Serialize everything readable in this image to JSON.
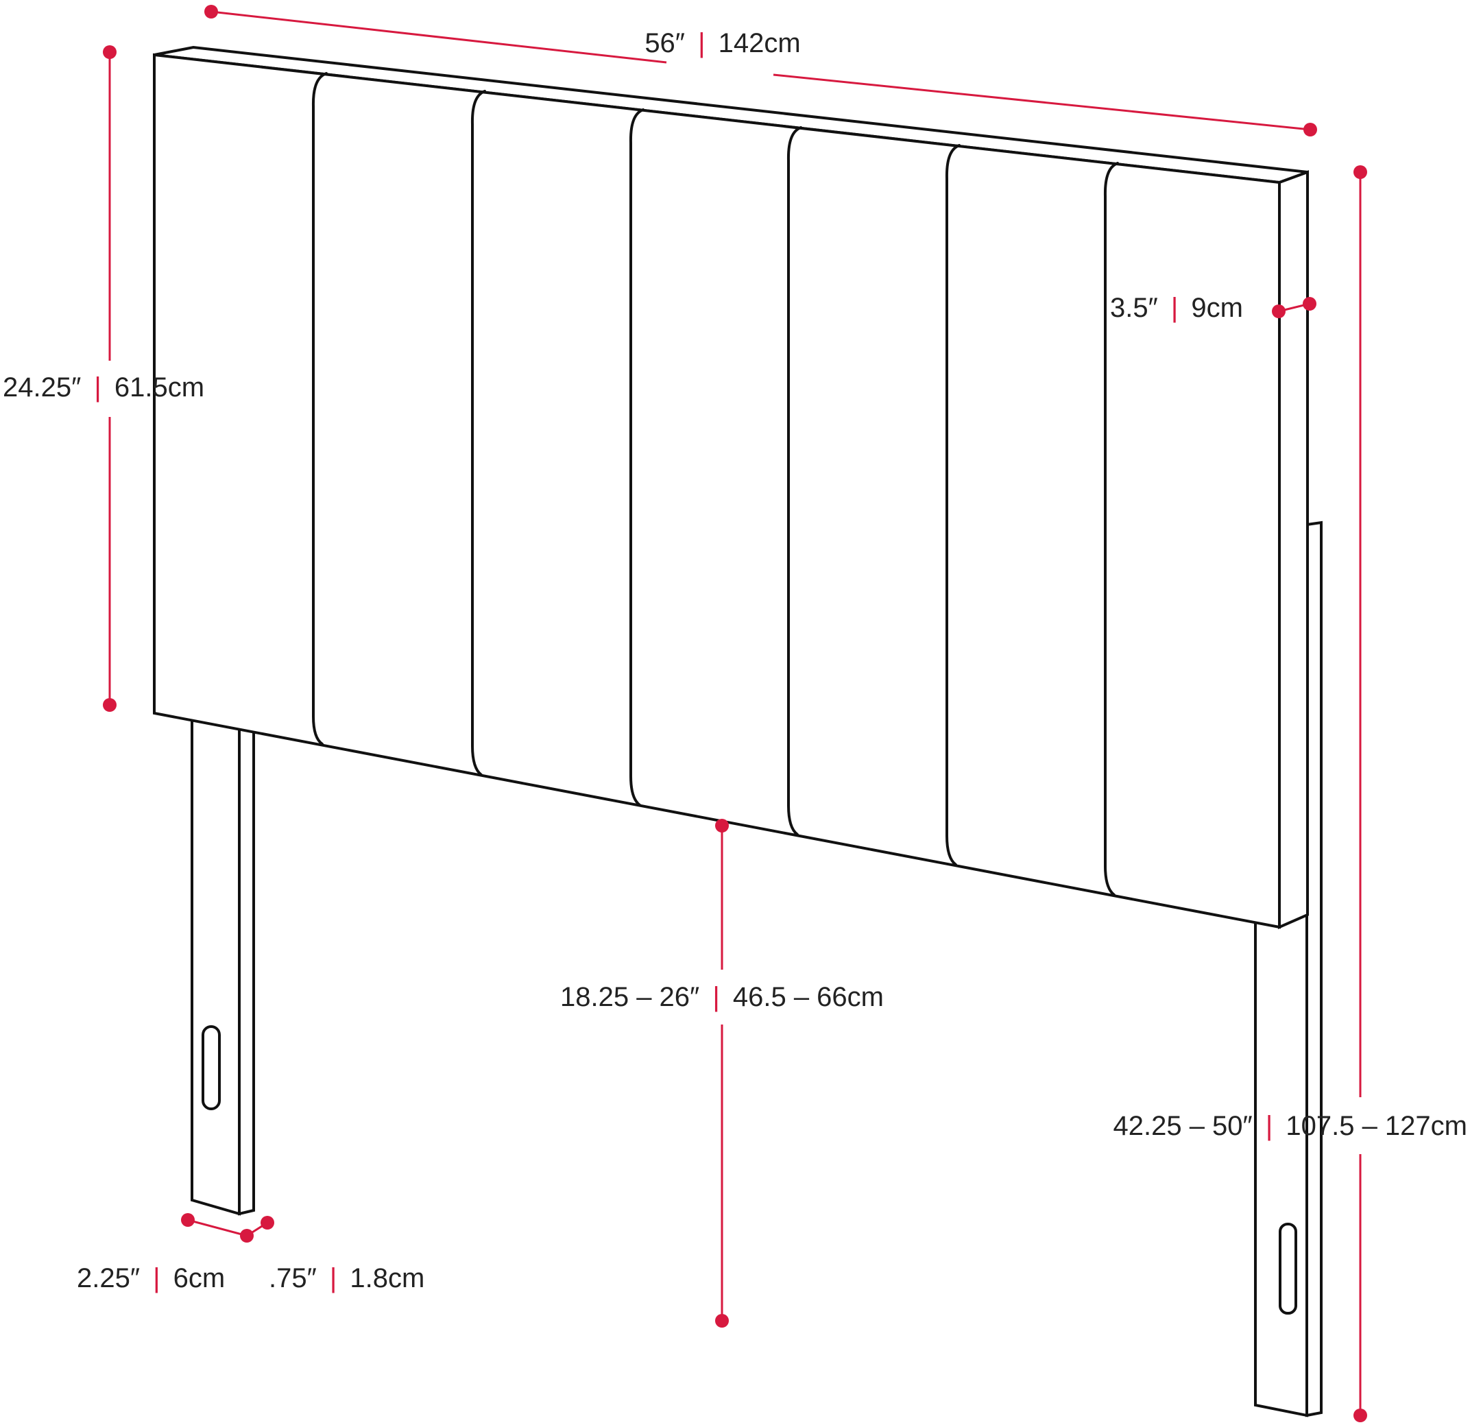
{
  "colors": {
    "accent": "#d7193f",
    "outline": "#111111",
    "text": "#222222"
  },
  "labels": {
    "width": {
      "imperial": "56″",
      "metric": "142cm"
    },
    "panel_height": {
      "imperial": "24.25″",
      "metric": "61.5cm"
    },
    "depth": {
      "imperial": "3.5″",
      "metric": "9cm"
    },
    "clearance": {
      "imperial": "18.25 – 26″",
      "metric": "46.5 – 66cm"
    },
    "total_height": {
      "imperial": "42.25 – 50″",
      "metric": "107.5 – 127cm"
    },
    "leg_width": {
      "imperial": "2.25″",
      "metric": "6cm"
    },
    "leg_depth": {
      "imperial": ".75″",
      "metric": "1.8cm"
    }
  },
  "separator": "|"
}
